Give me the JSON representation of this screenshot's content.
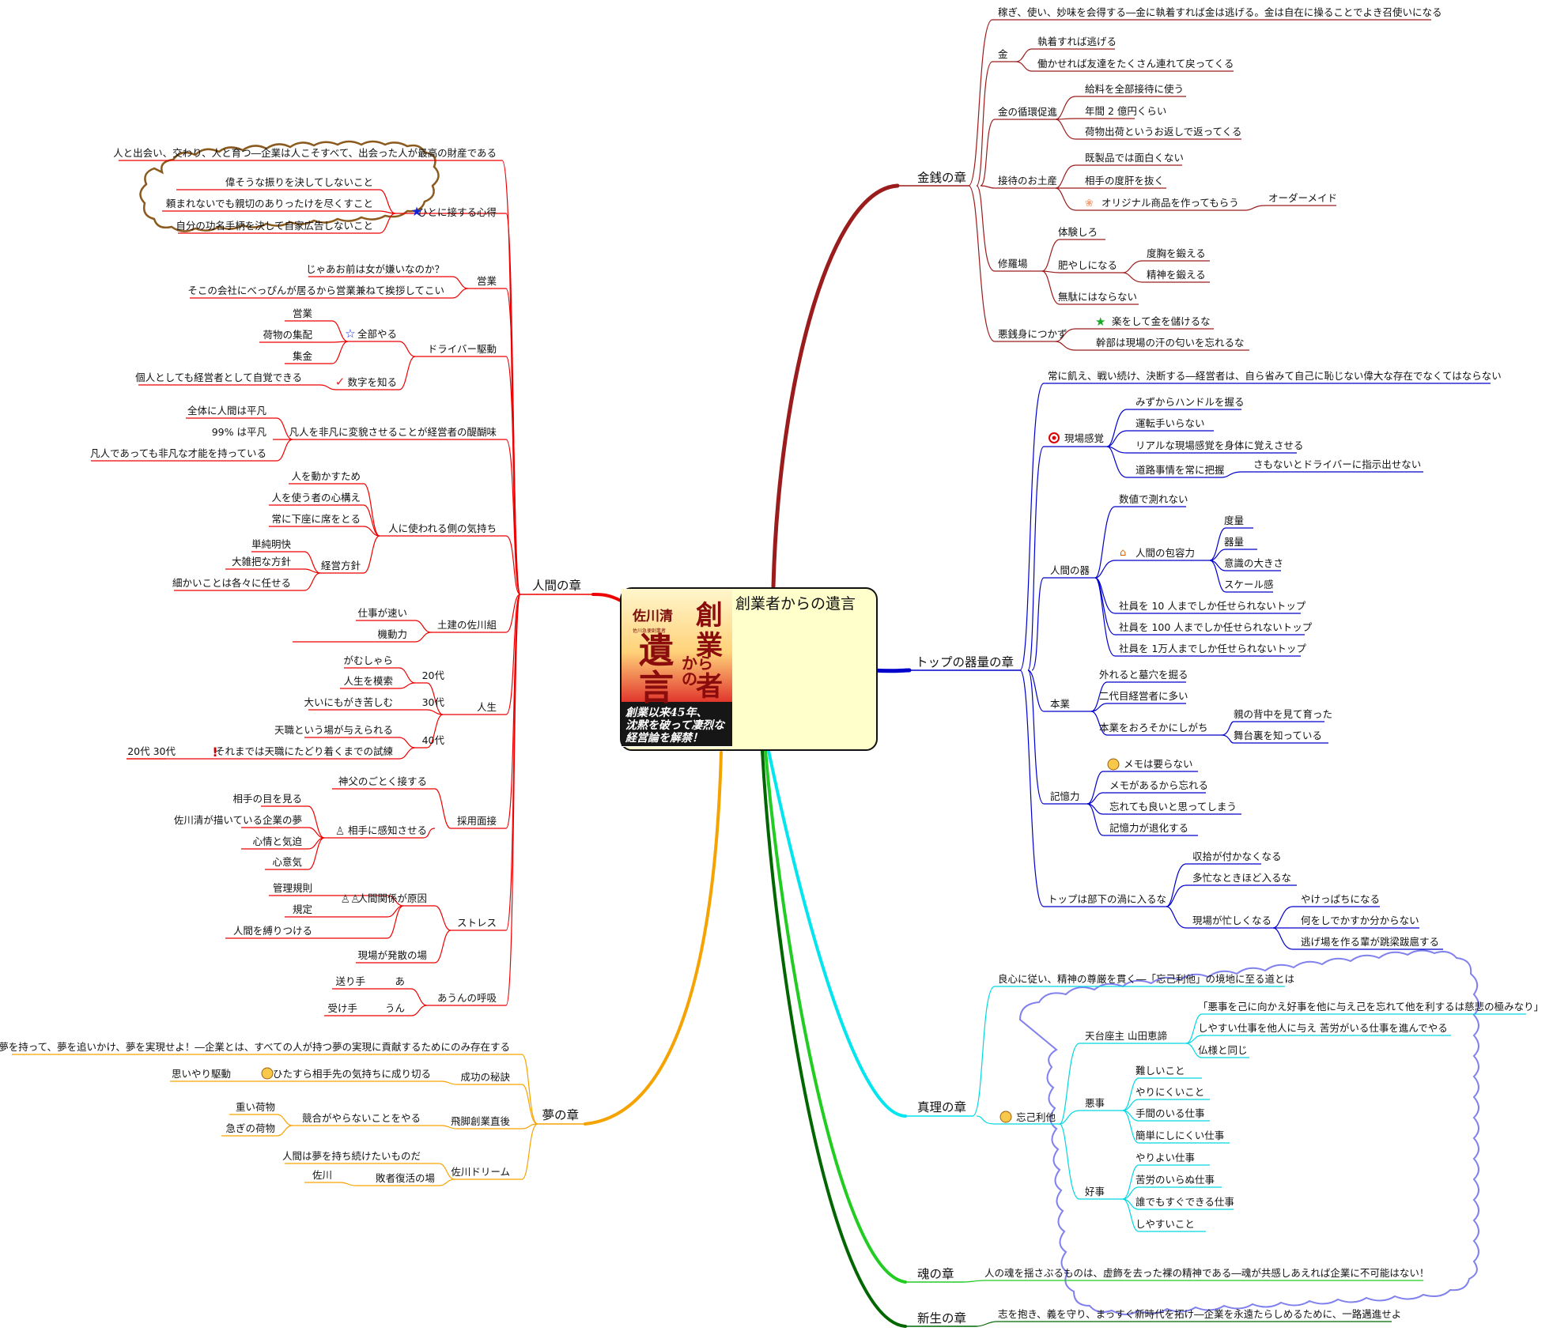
{
  "center": {
    "title": "創業者からの遺言",
    "cover": {
      "title_main": "遺言",
      "title_side": "創業者からの",
      "author": "佐川清",
      "author_note": "佐川急便創業者",
      "tagline": [
        "創業以来45年、",
        "沈黙を破って凄烈な",
        "経営論を解禁！"
      ]
    }
  },
  "right": {
    "money": {
      "label": "金銭の章",
      "summary": "稼ぎ、使い、妙味を会得する―金に執着すれば金は逃げる。金は自在に操ることでよき召使いになる",
      "kane": {
        "label": "金",
        "c1": "執着すれば逃げる",
        "c2": "働かせれば友達をたくさん連れて戻ってくる"
      },
      "junkan": {
        "label": "金の循環促進",
        "c1": "給料を全部接待に使う",
        "c2": "年間 2 億円くらい",
        "c3": "荷物出荷というお返しで返ってくる"
      },
      "omiyage": {
        "label": "接待のお土産",
        "c1": "既製品では面白くない",
        "c2": "相手の度肝を抜く",
        "c3": "オリジナル商品を作ってもらう",
        "c3a": "オーダーメイド"
      },
      "shuraba": {
        "label": "修羅場",
        "c1": "体験しろ",
        "c2": "肥やしになる",
        "c2a": "度胸を鍛える",
        "c2b": "精神を鍛える",
        "c3": "無駄にはならない"
      },
      "akusen": {
        "label": "悪銭身につかず",
        "c1": "楽をして金を儲けるな",
        "c2": "幹部は現場の汗の匂いを忘れるな"
      }
    },
    "top": {
      "label": "トップの器量の章",
      "summary": "常に飢え、戦い続け、決断する―経営者は、自ら省みて自己に恥じない偉大な存在でなくてはならない",
      "genba": {
        "label": "現場感覚",
        "c1": "みずからハンドルを握る",
        "c2": "運転手いらない",
        "c3": "リアルな現場感覚を身体に覚えさせる",
        "c4": "道路事情を常に把握",
        "c4a": "さもないとドライバーに指示出せない"
      },
      "utsuwa": {
        "label": "人間の器",
        "c1": "数値で測れない",
        "c2": "人間の包容力",
        "c2a": "度量",
        "c2b": "器量",
        "c2c": "意識の大きさ",
        "c2d": "スケール感",
        "c3": "社員を 10 人までしか任せられないトップ",
        "c4": "社員を 100 人までしか任せられないトップ",
        "c5": "社員を 1万人までしか任せられないトップ"
      },
      "hongyo": {
        "label": "本業",
        "c1": "外れると墓穴を掘る",
        "c2": "二代目経営者に多い",
        "c3": "本業をおろそかにしがち",
        "c3a": "親の背中を見て育った",
        "c3b": "舞台裏を知っている"
      },
      "kioku": {
        "label": "記憶力",
        "c1": "メモは要らない",
        "c2": "メモがあるから忘れる",
        "c3": "忘れても良いと思ってしまう",
        "c4": "記憶力が退化する"
      },
      "uzu": {
        "label": "トップは部下の渦に入るな",
        "c1": "収拾が付かなくなる",
        "c2": "多忙なときほど入るな",
        "c3": "現場が忙しくなる",
        "c3a": "やけっぱちになる",
        "c3b": "何をしでかすか分からない",
        "c3c": "逃げ場を作る輩が跳梁跋扈する"
      }
    },
    "truth": {
      "label": "真理の章",
      "summary": "良心に従い、精神の尊厳を貫く―「忘己利他」の境地に至る道とは",
      "boko": {
        "label": "忘己利他",
        "yamada": {
          "label": "天台座主 山田恵諦",
          "c1": "「悪事を己に向かえ好事を他に与え己を忘れて他を利するは慈悲の極みなり」",
          "c2": "しやすい仕事を他人に与え 苦労がいる仕事を進んでやる",
          "c3": "仏様と同じ"
        },
        "akuji": {
          "label": "悪事",
          "c1": "難しいこと",
          "c2": "やりにくいこと",
          "c3": "手間のいる仕事",
          "c4": "簡単にしにくい仕事"
        },
        "koji": {
          "label": "好事",
          "c1": "やりよい仕事",
          "c2": "苦労のいらぬ仕事",
          "c3": "誰でもすぐできる仕事",
          "c4": "しやすいこと"
        }
      }
    },
    "soul": {
      "label": "魂の章",
      "summary": "人の魂を揺さぶるものは、虚飾を去った裸の精神である―魂が共感しあえれば企業に不可能はない！"
    },
    "rebirth": {
      "label": "新生の章",
      "summary": "志を抱き、義を守り、まっすぐ新時代を拓け―企業を永遠たらしめるために、一路邁進せよ"
    }
  },
  "left": {
    "human": {
      "label": "人間の章",
      "summary": "人と出会い、交わり、人と育つ―企業は人こそすべて、出会った人が最高の財産である",
      "kokoroe": {
        "label": "ひとに接する心得",
        "c1": "偉そうな振りを決してしないこと",
        "c2": "頼まれないでも親切のありったけを尽くすこと",
        "c3": "自分の功名手柄を決して自家広告しないこと"
      },
      "eigyo": {
        "label": "営業",
        "c1": "じゃあお前は女が嫌いなのか？",
        "c2": "そこの会社にべっぴんが居るから営業兼ねて挨拶してこい"
      },
      "driver": {
        "label": "ドライバー駆動",
        "all": "全部やる",
        "a1": "営業",
        "a2": "荷物の集配",
        "a3": "集金",
        "num": "数字を知る",
        "n1": "個人としても経営者として自覚できる"
      },
      "bonjin": {
        "label": "凡人を非凡に変貌させることが経営者の醍醐味",
        "c1": "全体に人間は平凡",
        "c2": "99% は平凡",
        "c3": "凡人であっても非凡な才能を持っている"
      },
      "tsukawareru": {
        "label": "人に使われる側の気持ち",
        "c1": "人を動かすため",
        "c2": "人を使う者の心構え",
        "c3": "常に下座に席をとる",
        "c4": "経営方針",
        "c4a": "単純明快",
        "c4b": "大雑把な方針",
        "c4c": "細かいことは各々に任せる"
      },
      "doken": {
        "label": "土建の佐川組",
        "c1": "仕事が速い",
        "c2": "機動力"
      },
      "jinsei": {
        "label": "人生",
        "d20": "20代",
        "d20a": "がむしゃら",
        "d20b": "人生を模索",
        "d30": "30代",
        "d30a": "大いにもがき苦しむ",
        "d40": "40代",
        "d40a": "天職という場が与えられる",
        "d40b": "それまでは天職にたどり着くまでの試練",
        "d40b1": "20代 30代"
      },
      "mensetsu": {
        "label": "採用面接",
        "c1": "神父のごとく接する",
        "c2": "相手に感知させる",
        "c2a": "相手の目を見る",
        "c2b": "佐川清が描いている企業の夢",
        "c2c": "心情と気迫",
        "c2d": "心意気"
      },
      "stress": {
        "label": "ストレス",
        "c1": "人間関係が原因",
        "c1a": "管理規則",
        "c1b": "規定",
        "c1c": "人間を縛りつける",
        "c2": "現場が発散の場"
      },
      "aun": {
        "label": "あうんの呼吸",
        "a": "あ",
        "a1": "送り手",
        "un": "うん",
        "un1": "受け手"
      }
    },
    "dream": {
      "label": "夢の章",
      "summary": "夢を持って、夢を追いかけ、夢を実現せよ！―企業とは、すべての人が持つ夢の実現に貢献するためにのみ存在する",
      "hiketsu": {
        "label": "成功の秘訣",
        "c1": "ひたすら相手先の気持ちに成り切る",
        "c1a": "思いやり駆動"
      },
      "hiyaku": {
        "label": "飛脚創業直後",
        "c1": "競合がやらないことをやる",
        "c1a": "重い荷物",
        "c1b": "急ぎの荷物"
      },
      "sdream": {
        "label": "佐川ドリーム",
        "c1": "人間は夢を持ち続けたいものだ",
        "c2": "敗者復活の場",
        "c2a": "佐川"
      }
    }
  },
  "colors": {
    "money": "#9b1c1c",
    "top": "#0000cc",
    "truth": "#00e5ee",
    "soul": "#22cc22",
    "rebirth": "#006600",
    "human": "#ee0000",
    "dream": "#f5a300",
    "cloud_human": "#8b5a1e",
    "cloud_truth": "#8080ee"
  },
  "icons": {
    "star_filled_blue": "star-icon",
    "star_outline_blue": "star-outline-icon",
    "check_red": "check-icon",
    "target_red": "target-icon",
    "house": "house-icon",
    "face": "smiley-icon",
    "exclaim": "exclamation-icon",
    "person": "person-icon",
    "people": "people-icon",
    "star_green": "star-icon",
    "flower": "flower-icon"
  }
}
